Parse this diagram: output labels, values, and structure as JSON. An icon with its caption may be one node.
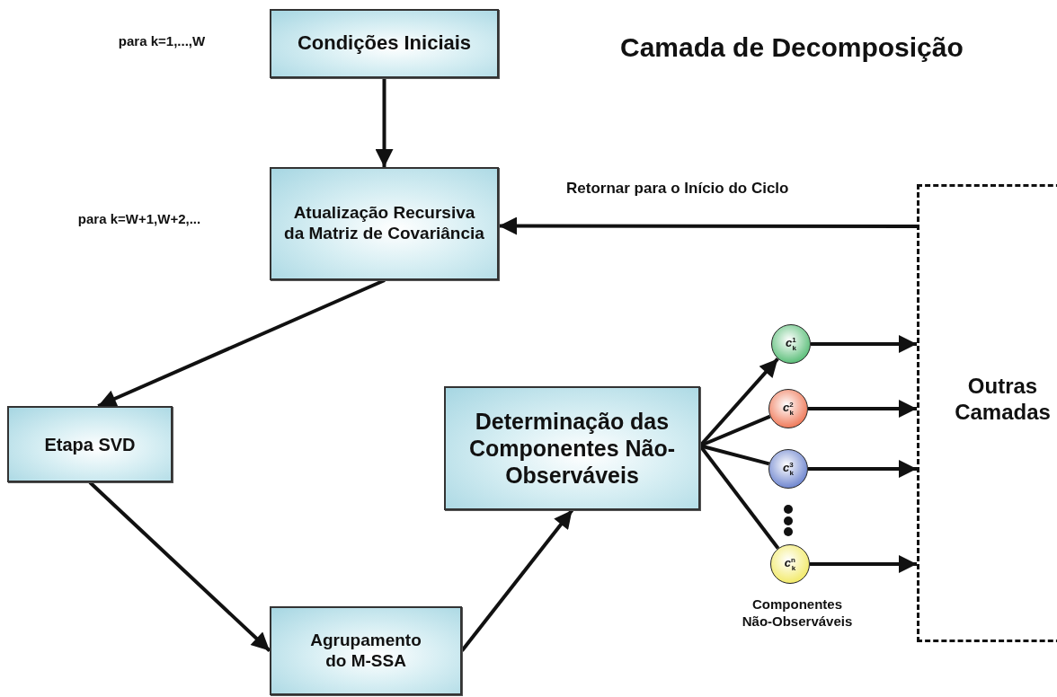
{
  "diagram": {
    "title": "Camada de Decomposição",
    "nodes": [
      {
        "text": [
          "Condições Iniciais"
        ]
      },
      {
        "text": [
          "Atualização Recursiva da Matriz de Covariância"
        ]
      },
      {
        "text": [
          "Etapa SVD"
        ]
      },
      {
        "text": [
          "Agrupamento do M-SSA"
        ]
      },
      {
        "text": [
          "Determinação das Componentes Não-Observáveis"
        ]
      },
      {
        "text": [
          "*c*$^{1}$$_{k}$"
        ]
      },
      {
        "text": [
          "*c*$^{2}$$_{k}$"
        ]
      },
      {
        "text": [
          "*c*$^{3}$$_{k}$"
        ]
      },
      {
        "text": [
          "*c*$^{n}$$_{k}$"
        ]
      },
      {
        "text": [
          "Outras Camadas"
        ]
      }
    ],
    "edges": [
      {
        "from": 0,
        "to": 1,
        "arrow": "to"
      },
      {
        "from": 1,
        "to": 2,
        "arrow": "to"
      },
      {
        "from": 2,
        "to": 3,
        "arrow": "to"
      },
      {
        "from": 3,
        "to": 4,
        "arrow": "to"
      },
      {
        "from": 4,
        "to": 5,
        "arrow": "to"
      },
      {
        "from": 4,
        "to": 6,
        "arrow": "none"
      },
      {
        "from": 4,
        "to": 7,
        "arrow": "none"
      },
      {
        "from": 4,
        "to": 8,
        "arrow": "none"
      },
      {
        "from": 5,
        "to": 9,
        "arrow": "to"
      },
      {
        "from": 6,
        "to": 9,
        "arrow": "to"
      },
      {
        "from": 7,
        "to": 9,
        "arrow": "to"
      },
      {
        "from": 8,
        "to": 9,
        "arrow": "to"
      },
      {
        "from": 9,
        "to": 1,
        "arrow": "to",
        "label": "Retornar para o Início do Ciclo"
      }
    ],
    "labels": [
      "para k=1,...,W",
      "para k=W+1,W+2,...",
      "Componentes Não-Observáveis"
    ]
  }
}
